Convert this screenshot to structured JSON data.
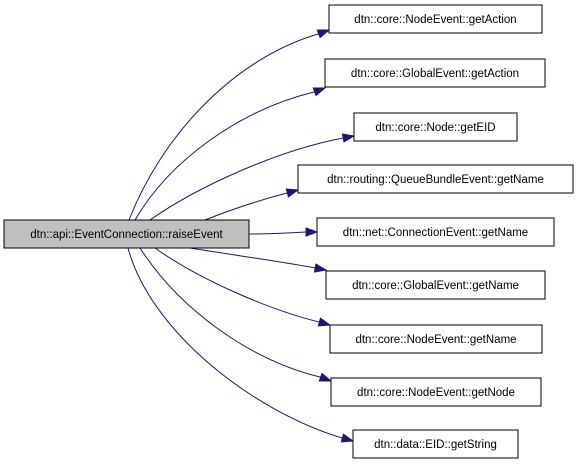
{
  "graph": {
    "source": {
      "label": "dtn::api::EventConnection::raiseEvent"
    },
    "targets": [
      {
        "label": "dtn::core::NodeEvent::getAction"
      },
      {
        "label": "dtn::core::GlobalEvent::getAction"
      },
      {
        "label": "dtn::core::Node::getEID"
      },
      {
        "label": "dtn::routing::QueueBundleEvent::getName"
      },
      {
        "label": "dtn::net::ConnectionEvent::getName"
      },
      {
        "label": "dtn::core::GlobalEvent::getName"
      },
      {
        "label": "dtn::core::NodeEvent::getName"
      },
      {
        "label": "dtn::core::NodeEvent::getNode"
      },
      {
        "label": "dtn::data::EID::getString"
      }
    ],
    "colors": {
      "edge": "#191970",
      "source_fill": "#bfbfbf",
      "node_fill": "#ffffff",
      "border": "#000000"
    }
  }
}
